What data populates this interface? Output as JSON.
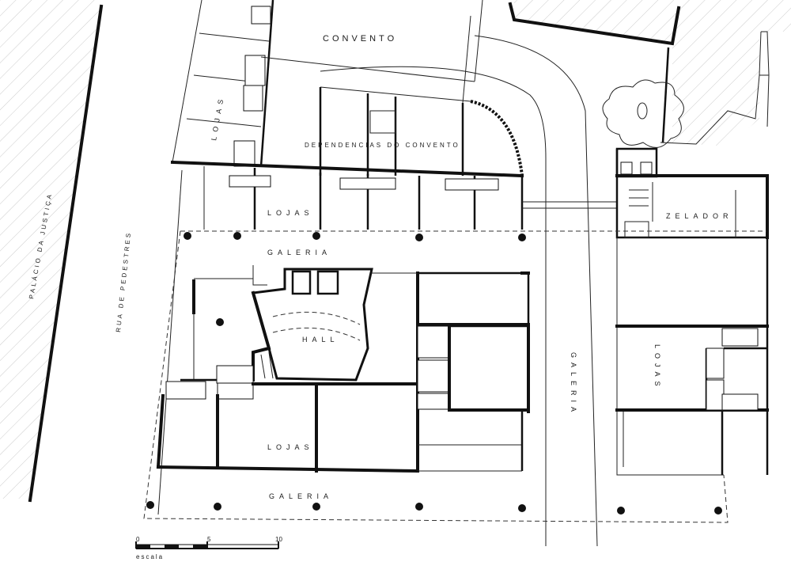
{
  "labels": {
    "convento": "CONVENTO",
    "dependencias": "DEPENDENCIAS DO CONVENTO",
    "lojas_top": "LOJAS",
    "lojas_left": "LOJAS",
    "lojas_center": "LOJAS",
    "lojas_right": "LOJAS",
    "galeria_top": "GALERIA",
    "galeria_bottom": "GALERIA",
    "galeria_vertical": "GALERIA",
    "hall": "HALL",
    "zelador": "ZELADOR",
    "rua": "RUA DE PEDESTRES",
    "palacio": "PALÁCIO DA JUSTIÇA"
  },
  "scale": {
    "tick0": "0",
    "tick5": "5",
    "tick10": "10",
    "caption": "escala"
  }
}
